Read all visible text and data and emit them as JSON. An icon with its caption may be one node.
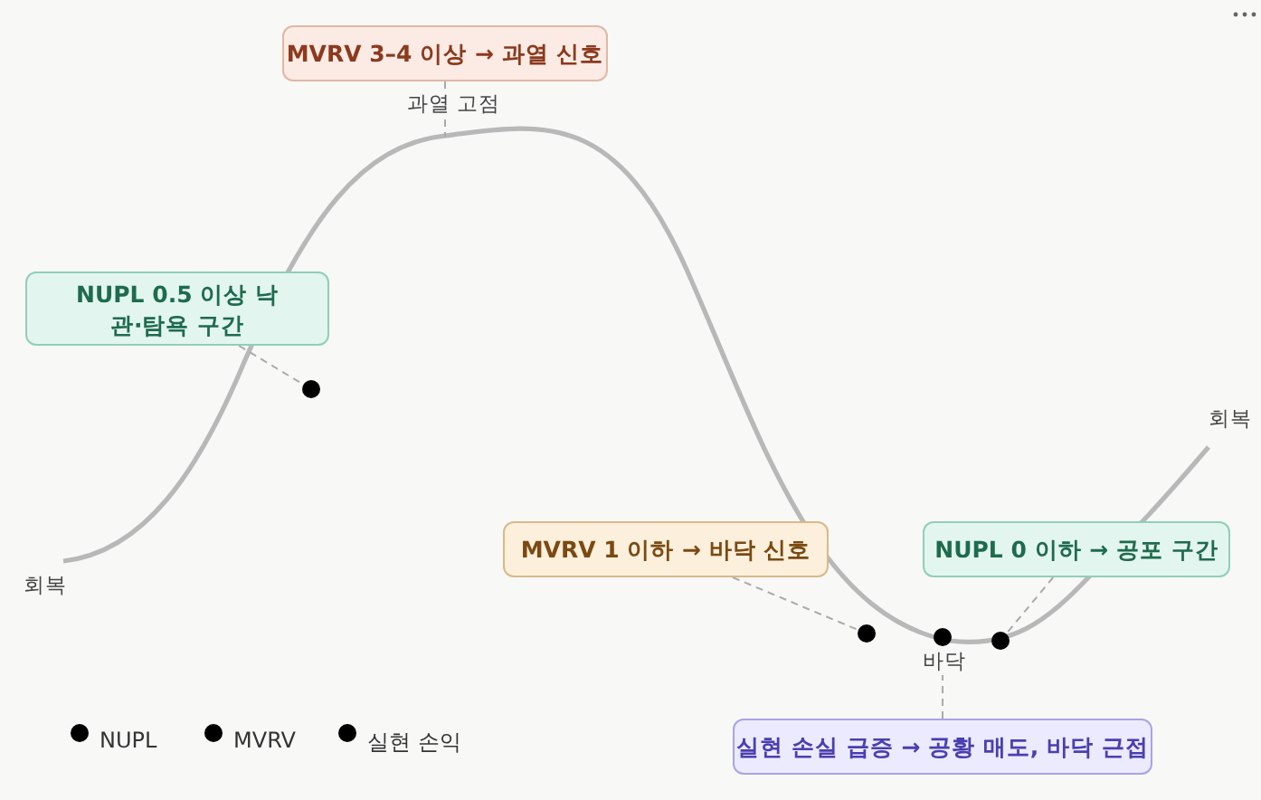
{
  "diagram": {
    "nodes": [
      {
        "text": [
          "MVRV 3–4 이상 → 과열 신호"
        ]
      },
      {
        "text": [
          "NUPL 0.5 이상 낙관·탐욕 구간"
        ]
      },
      {
        "text": [],
        "shape": "circle"
      },
      {
        "text": [
          "MVRV 1 이하 → 바닥 신호"
        ]
      },
      {
        "text": [
          "NUPL 0 이하 → 공포 구간"
        ]
      },
      {
        "text": [],
        "shape": "circle"
      },
      {
        "text": [],
        "shape": "circle"
      },
      {
        "text": [],
        "shape": "circle"
      },
      {
        "text": [
          "실현 손실 급증 → 공황 매도, 바닥 근접"
        ]
      }
    ],
    "edges": [
      {
        "from": 0,
        "to": null,
        "arrow": "none",
        "style": "dashed"
      },
      {
        "from": 1,
        "to": 2,
        "arrow": "none",
        "style": "dashed"
      },
      {
        "from": 3,
        "to": 5,
        "arrow": "none",
        "style": "dashed"
      },
      {
        "from": 4,
        "to": 7,
        "arrow": "none",
        "style": "dashed"
      },
      {
        "from": 8,
        "to": 6,
        "arrow": "none",
        "style": "dashed"
      }
    ],
    "labels": [
      "과열 고점",
      "회복",
      "회복",
      "바닥"
    ],
    "legend": [
      {
        "text": "NUPL",
        "color": "#000000"
      },
      {
        "text": "MVRV",
        "color": "#000000"
      },
      {
        "text": "실현 손익",
        "color": "#000000"
      }
    ]
  }
}
